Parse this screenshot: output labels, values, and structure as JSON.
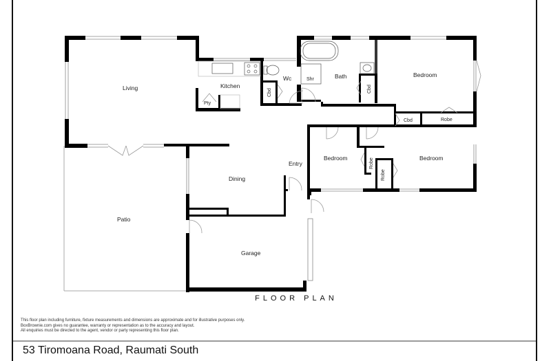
{
  "plan": {
    "title": "FLOOR PLAN",
    "rooms": {
      "living": "Living",
      "kitchen": "Kitchen",
      "pantry": "Pty",
      "wc": "Wc",
      "cupboard_wc": "Cbd",
      "bath": "Bath",
      "shower": "Shr",
      "cupboard_bath": "Cbd",
      "bedroom_master": "Bedroom",
      "cupboard_hall": "Cbd",
      "robe_master": "Robe",
      "bedroom_2": "Bedroom",
      "robe_2": "Robe",
      "bedroom_3": "Bedroom",
      "robe_3": "Robe",
      "entry": "Entry",
      "dining": "Dining",
      "patio": "Patio",
      "garage": "Garage"
    }
  },
  "disclaimer": {
    "line1": "This floor plan including furniture, fixture measurements and dimensions are approximate and for illustrative purposes only.",
    "line2": "BoxBrownie.com gives no guarantee, warranty or representation as to the accuracy and layout.",
    "line3": "All enquiries must be directed to the agent, vendor or party representing this floor plan."
  },
  "address": "53 Tiromoana Road, Raumati South"
}
